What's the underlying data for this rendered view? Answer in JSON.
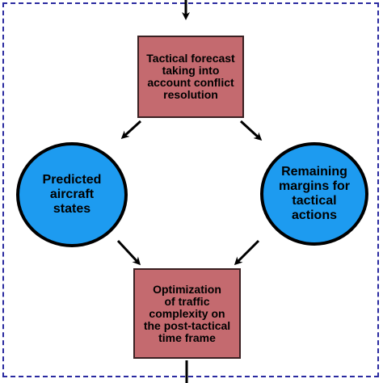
{
  "nodes": {
    "tactical_forecast": "Tactical forecast\ntaking into\naccount conflict\nresolution",
    "predicted_states": "Predicted\naircraft\nstates",
    "remaining_margins": "Remaining\nmargins for\ntactical\nactions",
    "optimization": "Optimization\nof traffic\ncomplexity on\nthe post-tactical\ntime frame"
  },
  "colors": {
    "box_fill": "#c46a6f",
    "circle_fill": "#1d9bf0",
    "frame_border": "#2a2aa0",
    "arrow": "#000000"
  }
}
